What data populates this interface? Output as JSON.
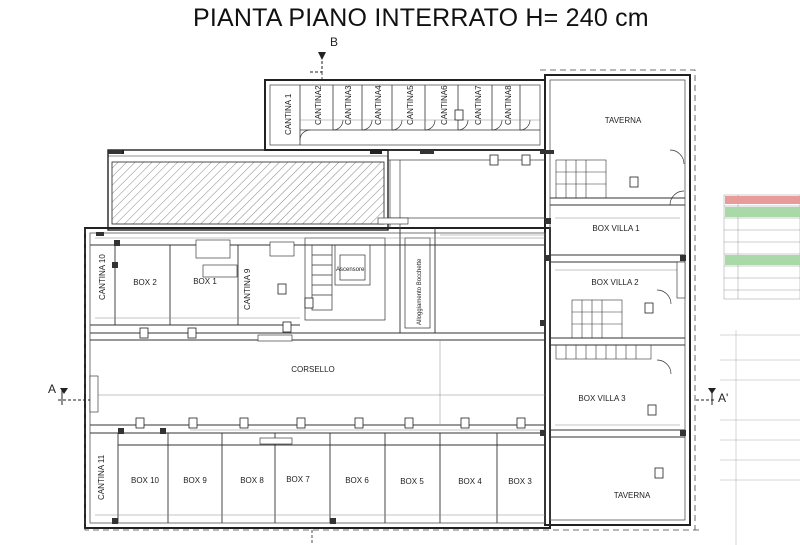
{
  "title": "PIANTA PIANO INTERRATO H= 240 cm",
  "section_marks": {
    "b": "B",
    "a": "A",
    "a_prime": "A'"
  },
  "rooms": {
    "taverna_top": "TAVERNA",
    "taverna_bottom": "TAVERNA",
    "box_villa_1": "BOX VILLA 1",
    "box_villa_2": "BOX VILLA 2",
    "box_villa_3": "BOX VILLA 3",
    "corsello": "CORSELLO",
    "box_1": "BOX 1",
    "box_2": "BOX 2",
    "box_3": "BOX 3",
    "box_4": "BOX 4",
    "box_5": "BOX 5",
    "box_6": "BOX 6",
    "box_7": "BOX 7",
    "box_8": "BOX 8",
    "box_9": "BOX 9",
    "box_10": "BOX 10",
    "ascensore": "Ascensore",
    "alloggiamento": "Alloggiamento Bocchette"
  },
  "cantine": [
    "CANTINA 1",
    "CANTINA2",
    "CANTINA3",
    "CANTINA4",
    "CANTINA5",
    "CANTINA6",
    "CANTINA7",
    "CANTINA8"
  ],
  "cantine_side": {
    "c9": "CANTINA 9",
    "c10": "CANTINA 10",
    "c11": "CANTINA 11"
  },
  "colors": {
    "line": "#222222",
    "dim": "#6a6a6a",
    "accent_red": "#d9534f",
    "accent_green": "#5cb85c"
  }
}
